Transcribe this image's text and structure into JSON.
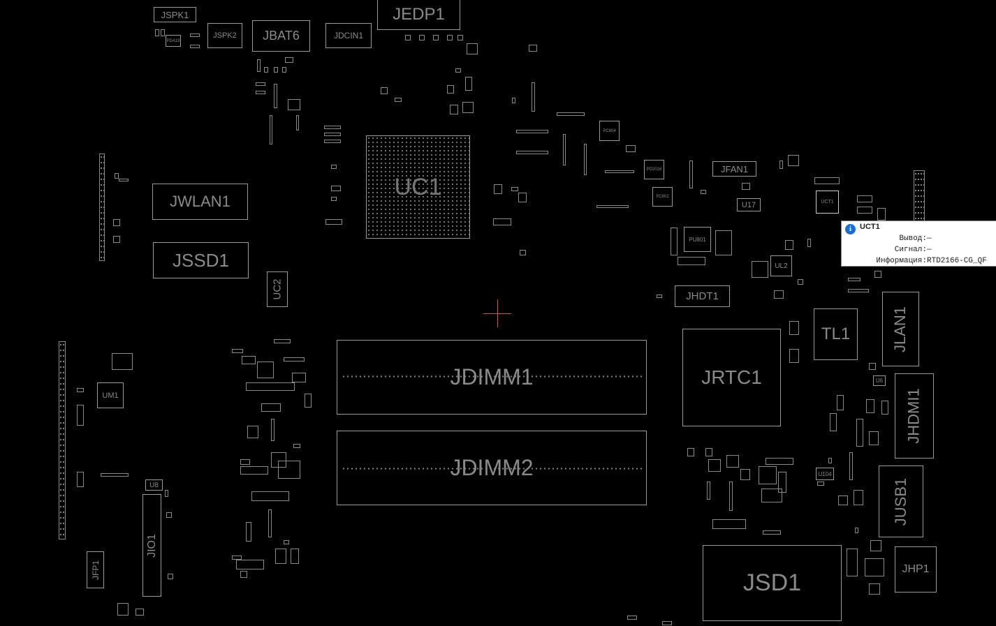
{
  "board": {
    "components": {
      "jspk1": "JSPK1",
      "jspk2": "JSPK2",
      "jbat6": "JBAT6",
      "jdcin1": "JDCIN1",
      "jedp1": "JEDP1",
      "uc1": "UC1",
      "jwlan1": "JWLAN1",
      "jssd1": "JSSD1",
      "uc2": "UC2",
      "jdimm1": "JDIMM1",
      "jdimm2": "JDIMM2",
      "jrtc1": "JRTC1",
      "tl1": "TL1",
      "jlan1": "JLAN1",
      "jhdmi1": "JHDMI1",
      "jusb1": "JUSB1",
      "jhp1": "JHP1",
      "jsd1": "JSD1",
      "jhdt1": "JHDT1",
      "jfan1": "JFAN1",
      "um1": "UM1",
      "u8": "U8",
      "jio1": "JIO1",
      "jfp1": "JFP1",
      "pu801": "PU801",
      "ul2": "UL2",
      "u17": "U17",
      "uct1": "UCT1",
      "u104": "U104",
      "pc804": "PC804",
      "pd2016": "PD2016",
      "pc802": "PC802",
      "pda19": "PDA19",
      "u6": "U6"
    }
  },
  "tooltip": {
    "icon": "info-icon",
    "title": "UCT1",
    "pin_label": "Вывод:",
    "pin_value": "—",
    "signal_label": "Сигнал:",
    "signal_value": "—",
    "info_label": "Информация:",
    "info_value": "RTD2166-CG_QF"
  },
  "colors": {
    "outline": "#9a9a9a",
    "background": "#000000",
    "crosshair": "#b06060",
    "info": "#1a6fd6"
  }
}
